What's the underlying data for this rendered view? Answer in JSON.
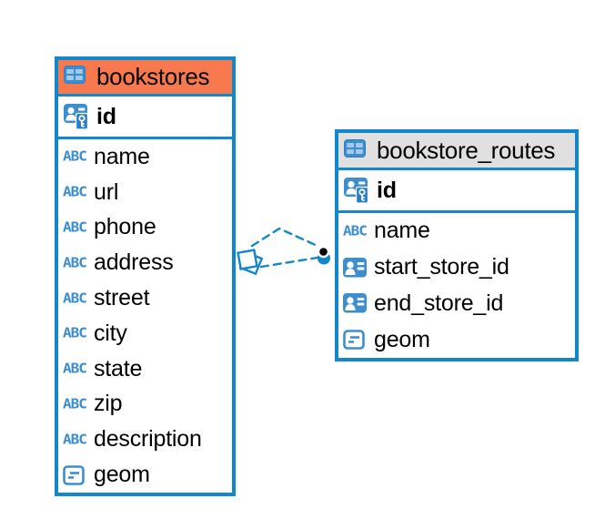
{
  "diagram": {
    "type": "entity-relationship",
    "colors": {
      "line_blue": "#1287c9",
      "icon_blue": "#3d8ecf",
      "header_orange": "#f8794e",
      "header_gray": "#e0e0e0",
      "background": "#ffffff",
      "text": "#000000"
    },
    "icons": {
      "table_glyph": "table-grid-icon",
      "primary_key_glyph": "person-key-icon",
      "text_type_glyph": "ABC",
      "reference_glyph": "person-card-icon",
      "geometry_glyph": "geometry-box-icon"
    },
    "tables": [
      {
        "name": "bookstores",
        "header_style": "orange",
        "primary_key": {
          "name": "id",
          "type": "primary-key"
        },
        "columns": [
          {
            "name": "name",
            "type": "text"
          },
          {
            "name": "url",
            "type": "text"
          },
          {
            "name": "phone",
            "type": "text"
          },
          {
            "name": "address",
            "type": "text"
          },
          {
            "name": "street",
            "type": "text"
          },
          {
            "name": "city",
            "type": "text"
          },
          {
            "name": "state",
            "type": "text"
          },
          {
            "name": "zip",
            "type": "text"
          },
          {
            "name": "description",
            "type": "text"
          },
          {
            "name": "geom",
            "type": "geometry"
          }
        ]
      },
      {
        "name": "bookstore_routes",
        "header_style": "gray",
        "primary_key": {
          "name": "id",
          "type": "primary-key"
        },
        "columns": [
          {
            "name": "name",
            "type": "text"
          },
          {
            "name": "start_store_id",
            "type": "reference"
          },
          {
            "name": "end_store_id",
            "type": "reference"
          },
          {
            "name": "geom",
            "type": "geometry"
          }
        ]
      }
    ],
    "relationships": [
      {
        "from_table": "bookstores",
        "to_table": "bookstore_routes",
        "line_style": "dashed",
        "line_count": 2,
        "source_marker": "overlapping-squares",
        "target_marker": "filled-dot"
      }
    ]
  }
}
